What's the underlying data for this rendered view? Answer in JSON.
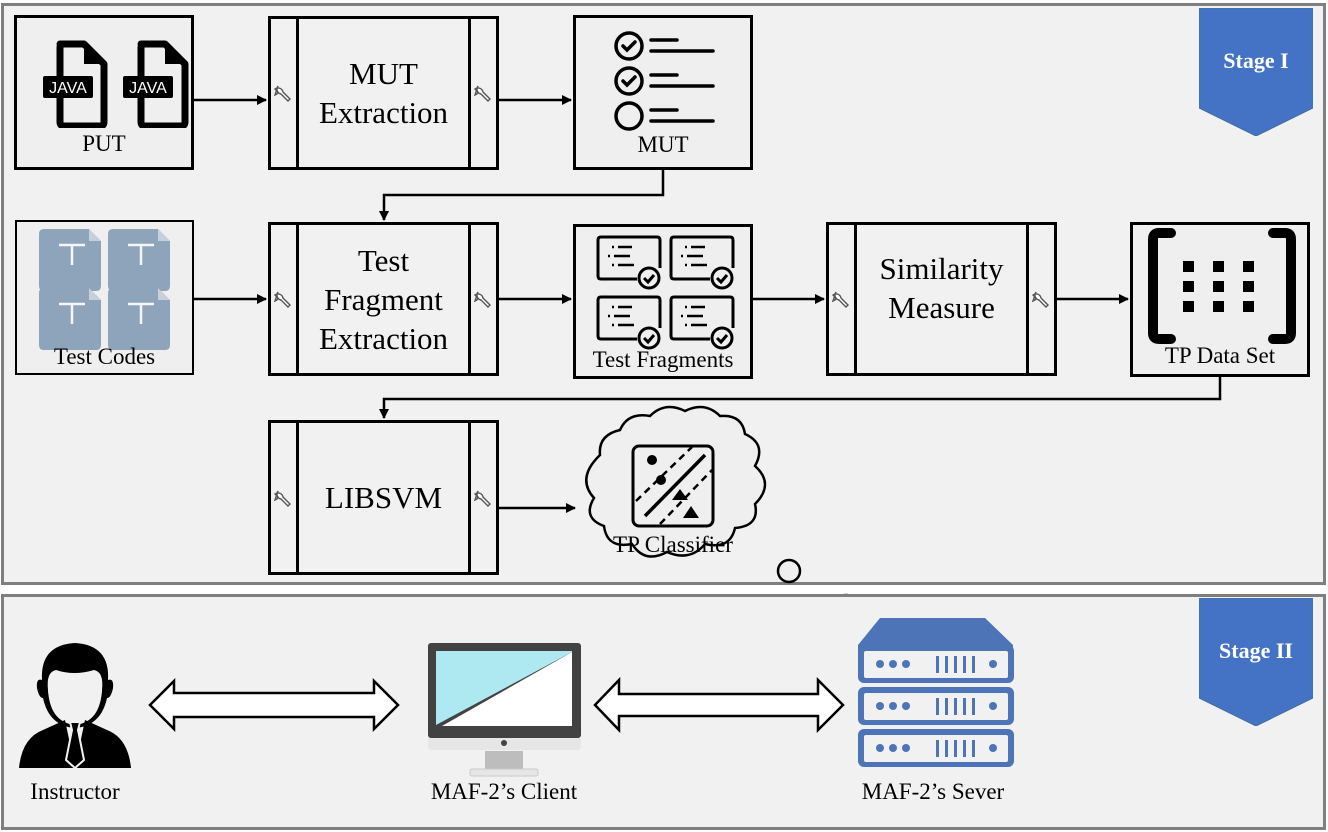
{
  "stage1": {
    "badge": "Stage I",
    "inputs": {
      "put": {
        "label": "PUT",
        "file_tags": [
          "JAVA",
          "JAVA"
        ]
      },
      "test_codes": {
        "label": "Test Codes",
        "file_glyph": "T"
      }
    },
    "processes": [
      {
        "id": "mut-extraction",
        "title": "MUT\nExtraction"
      },
      {
        "id": "test-fragment-extraction",
        "title": "Test\nFragment\nExtraction"
      },
      {
        "id": "similarity-measure",
        "title": "Similarity\nMeasure"
      },
      {
        "id": "libsvm",
        "title": "LIBSVM"
      }
    ],
    "artifacts": {
      "mut": {
        "label": "MUT"
      },
      "test_fragments": {
        "label": "Test Fragments"
      },
      "tp_data_set": {
        "label": "TP Data Set"
      },
      "tp_classifier": {
        "label": "TP Classifier"
      }
    }
  },
  "stage2": {
    "badge": "Stage II",
    "nodes": [
      {
        "id": "instructor",
        "label": "Instructor"
      },
      {
        "id": "client",
        "label": "MAF-2’s Client"
      },
      {
        "id": "server",
        "label": "MAF-2’s Sever"
      }
    ]
  },
  "colors": {
    "badge": "#4472c4",
    "server": "#4e74b8",
    "file_tile": "#8ea4ba",
    "screen": "#aee8f0",
    "panel": "#f1f1f1",
    "panel_border": "#7f7f7f"
  },
  "icons": {
    "wrench": "wrench-icon",
    "java_file": "java-file-icon",
    "checklist": "checklist-icon",
    "test_file": "test-file-icon",
    "fragment": "test-fragment-icon",
    "matrix": "matrix-icon",
    "classifier": "svm-classifier-icon",
    "person": "instructor-icon",
    "monitor": "monitor-icon",
    "server": "server-icon"
  }
}
